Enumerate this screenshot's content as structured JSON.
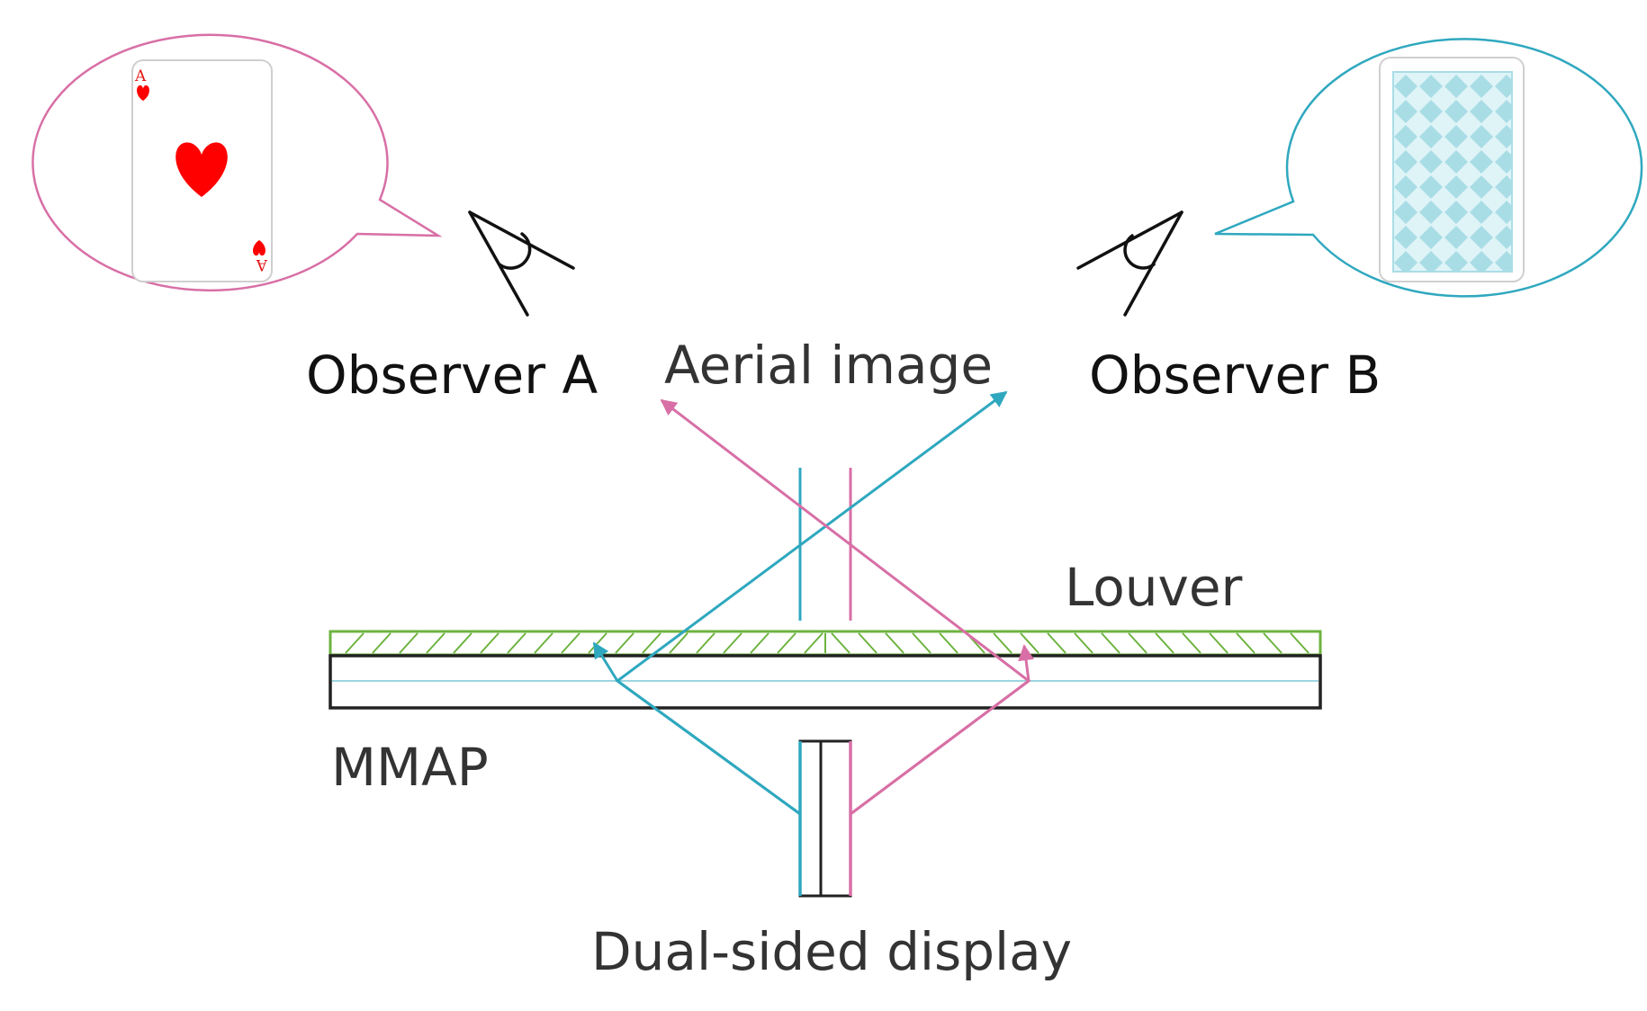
{
  "labels": {
    "observer_a": "Observer A",
    "observer_b": "Observer B",
    "aerial_image": "Aerial image",
    "louver": "Louver",
    "mmap": "MMAP",
    "dual_sided_display": "Dual-sided display"
  },
  "card_front": {
    "rank": "A",
    "suit": "heart"
  },
  "colors": {
    "observer_a_ray": "#d86fa6",
    "observer_b_ray": "#2fa8bf",
    "louver": "#6db33f",
    "card_back_pattern": "#a9dde6",
    "heart": "#ff0000",
    "outline": "#222222",
    "text": "#333333"
  },
  "icons": {
    "observer_a": "eye-icon",
    "observer_b": "eye-icon",
    "card_front": "playing-card-ace-of-hearts",
    "card_back": "playing-card-back"
  }
}
